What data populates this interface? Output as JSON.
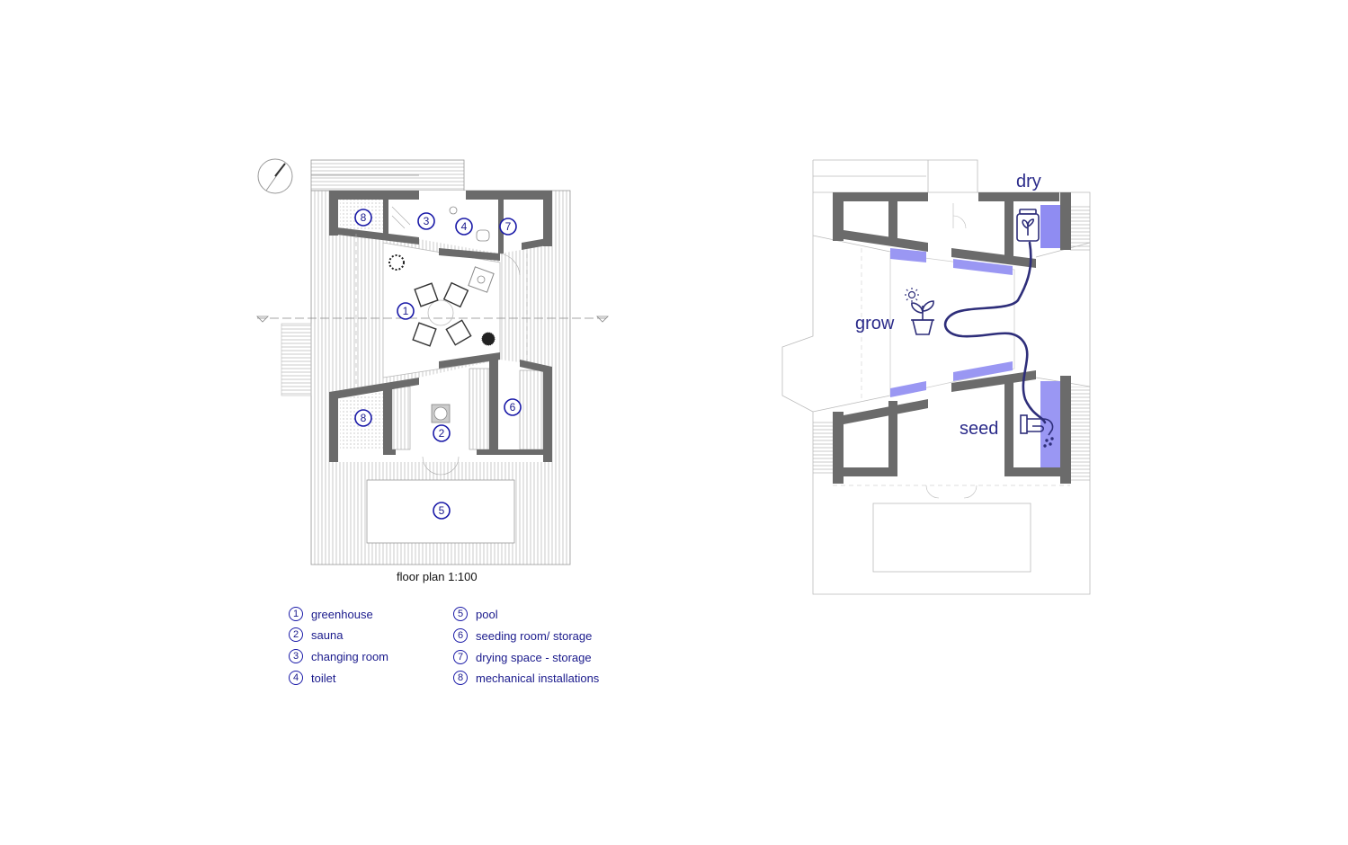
{
  "colors": {
    "wall": "#6b6b6b",
    "line": "#9a9a9a",
    "accent": "#1a1aa8",
    "highlight": "#8f8cf2",
    "label": "#2b2b8a"
  },
  "plan_title": "floor plan 1:100",
  "room_markers": [
    {
      "num": "1"
    },
    {
      "num": "2"
    },
    {
      "num": "3"
    },
    {
      "num": "4"
    },
    {
      "num": "5"
    },
    {
      "num": "6"
    },
    {
      "num": "7"
    },
    {
      "num": "8"
    },
    {
      "num": "8"
    }
  ],
  "legend": [
    {
      "num": "1",
      "label": "greenhouse"
    },
    {
      "num": "2",
      "label": "sauna"
    },
    {
      "num": "3",
      "label": "changing room"
    },
    {
      "num": "4",
      "label": "toilet"
    },
    {
      "num": "5",
      "label": "pool"
    },
    {
      "num": "6",
      "label": "seeding room/ storage"
    },
    {
      "num": "7",
      "label": "drying space - storage"
    },
    {
      "num": "8",
      "label": "mechanical installations"
    }
  ],
  "diagram_labels": {
    "dry": "dry",
    "grow": "grow",
    "seed": "seed"
  },
  "icons": [
    "north-arrow-icon",
    "jar-plant-icon",
    "potted-plant-icon",
    "sun-icon",
    "seeding-hand-icon"
  ]
}
